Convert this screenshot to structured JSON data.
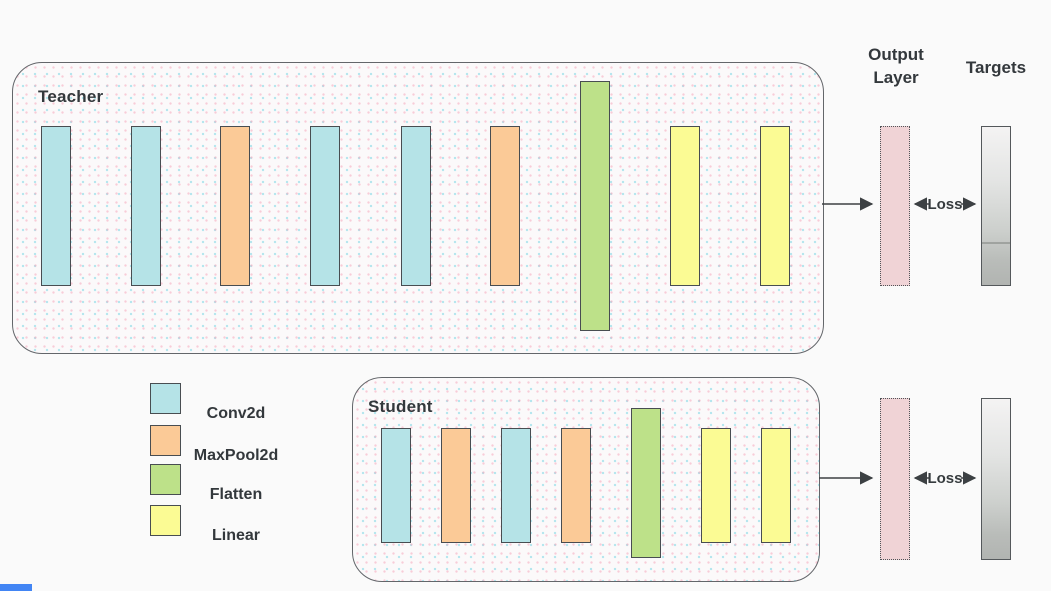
{
  "diagram": {
    "teacher": {
      "label": "Teacher",
      "layers": [
        "Conv2d",
        "Conv2d",
        "MaxPool2d",
        "Conv2d",
        "Conv2d",
        "MaxPool2d",
        "Flatten",
        "Linear",
        "Linear"
      ]
    },
    "student": {
      "label": "Student",
      "layers": [
        "Conv2d",
        "MaxPool2d",
        "Conv2d",
        "MaxPool2d",
        "Flatten",
        "Linear",
        "Linear"
      ]
    },
    "output_layer_label": "Output\nLayer",
    "targets_label": "Targets",
    "loss_label": "Loss",
    "legend": [
      {
        "label": "Conv2d",
        "color": "#b5e3e7"
      },
      {
        "label": "MaxPool2d",
        "color": "#fbca97"
      },
      {
        "label": "Flatten",
        "color": "#bde189"
      },
      {
        "label": "Linear",
        "color": "#fbfb94"
      }
    ],
    "colors": {
      "output_layer_fill": "#f0d3d6",
      "targets_top": "#f4f3f3",
      "targets_bottom": "#b1b4b1",
      "arrow": "#3c4043",
      "text": "#33383c",
      "corner_artifact": "#4285f4"
    }
  }
}
